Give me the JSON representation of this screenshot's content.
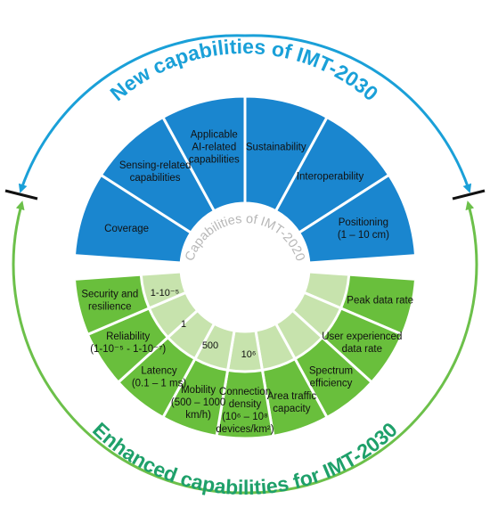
{
  "titles": {
    "new": "New capabilities of IMT-2030",
    "enhanced": "Enhanced capabilities for IMT-2030",
    "imt2020": "Capabilities of IMT-2020"
  },
  "new_capabilities": [
    {
      "lines": [
        "Coverage"
      ]
    },
    {
      "lines": [
        "Sensing-related",
        "capabilities"
      ]
    },
    {
      "lines": [
        "Applicable",
        "AI-related",
        "capabilities"
      ]
    },
    {
      "lines": [
        "Sustainability"
      ]
    },
    {
      "lines": [
        "Interoperability"
      ]
    },
    {
      "lines": [
        "Positioning",
        "(1 – 10 cm)"
      ]
    }
  ],
  "enhanced_capabilities": [
    {
      "lines": [
        "Peak data rate"
      ]
    },
    {
      "lines": [
        "User experienced",
        "data rate"
      ]
    },
    {
      "lines": [
        "Spectrum",
        "efficiency"
      ]
    },
    {
      "lines": [
        "Area traffic",
        "capacity"
      ]
    },
    {
      "lines": [
        "Connection",
        "density",
        "(10⁶ – 10⁸",
        "devices/km²)"
      ]
    },
    {
      "lines": [
        "Mobility",
        "(500 – 1000",
        "km/h)"
      ]
    },
    {
      "lines": [
        "Latency",
        "(0.1 – 1 ms)"
      ]
    },
    {
      "lines": [
        "Reliability",
        "(1-10⁻⁵ - 1-10⁻⁷)"
      ]
    },
    {
      "lines": [
        "Security and",
        "resilience"
      ]
    }
  ],
  "imt2020_values": {
    "reliability": "1-10⁻⁵",
    "latency": "1",
    "mobility": "500",
    "connection_density": "10⁶"
  },
  "colors": {
    "new_fill": "#1a86cf",
    "enhanced_fill": "#69bf3c",
    "inner_ring": "#c7e3ad",
    "title_blue": "#1aa0d8",
    "title_green": "#1ea06a",
    "arrow_blue": "#1aa0d8",
    "arrow_green": "#6cc04a"
  }
}
